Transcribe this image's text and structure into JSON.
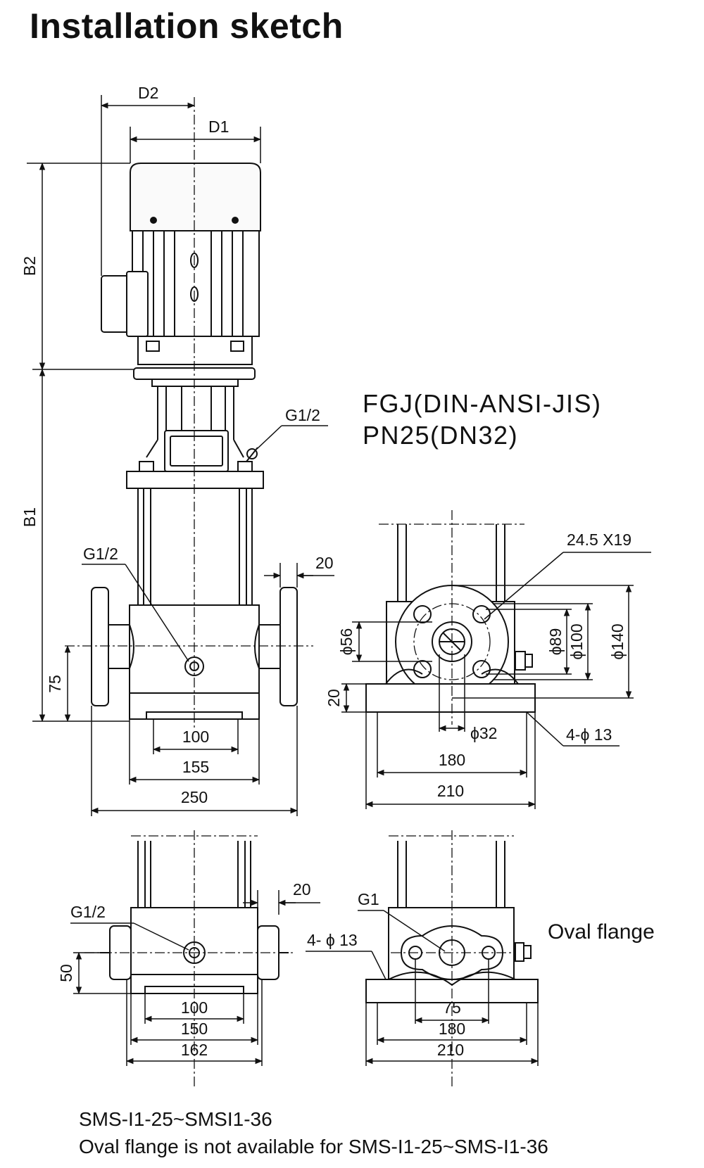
{
  "title": "Installation sketch",
  "spec": {
    "line1": "FGJ(DIN-ANSI-JIS)",
    "line2": "PN25(DN32)"
  },
  "oval_flange_label": "Oval flange",
  "notes": [
    "SMS-I1-25~SMSI1-36",
    "Oval flange is not available for SMS-I1-25~SMS-I1-36"
  ],
  "front_view": {
    "D2": "D2",
    "D1": "D1",
    "B2": "B2",
    "B1": "B1",
    "vent_port": "G1/2",
    "drain_port": "G1/2",
    "flange_thickness": "20",
    "inlet_height": "75",
    "base_inner": "100",
    "base_mid": "155",
    "overall_width": "250"
  },
  "flange_view": {
    "slot": "24.5 X19",
    "d56": "ϕ56",
    "d89": "ϕ89",
    "d100": "ϕ100",
    "d140": "ϕ140",
    "d32": "ϕ32",
    "holes": "4-ϕ 13",
    "base_height": "20",
    "base_inner": "180",
    "base_outer": "210"
  },
  "oval_front_view": {
    "drain_port": "G1/2",
    "flange_thickness": "20",
    "inlet_height": "50",
    "base_inner": "100",
    "base_mid": "150",
    "overall_width": "162"
  },
  "oval_side_view": {
    "port": "G1",
    "holes": "4- ϕ 13",
    "bolt_spacing": "75",
    "base_inner": "180",
    "base_outer": "210"
  }
}
